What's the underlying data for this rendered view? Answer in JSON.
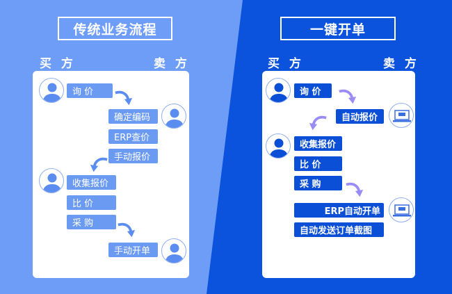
{
  "left": {
    "title": "传统业务流程",
    "buyer_label": "买 方",
    "seller_label": "卖 方",
    "steps": [
      "询 价",
      "确定编码",
      "ERP查价",
      "手动报价",
      "收集报价",
      "比 价",
      "采 购",
      "手动开单"
    ]
  },
  "right": {
    "title": "一键开单",
    "buyer_label": "买 方",
    "seller_label": "卖 方",
    "steps": [
      "询 价",
      "自动报价",
      "收集报价",
      "比 价",
      "采 购",
      "ERP自动开单",
      "自动发送订单截图"
    ]
  },
  "colors": {
    "light_blue": "#6e9df7",
    "dark_blue": "#0b52dc",
    "arrow_gradient": [
      "#8fc0ff",
      "#a070f0"
    ]
  }
}
